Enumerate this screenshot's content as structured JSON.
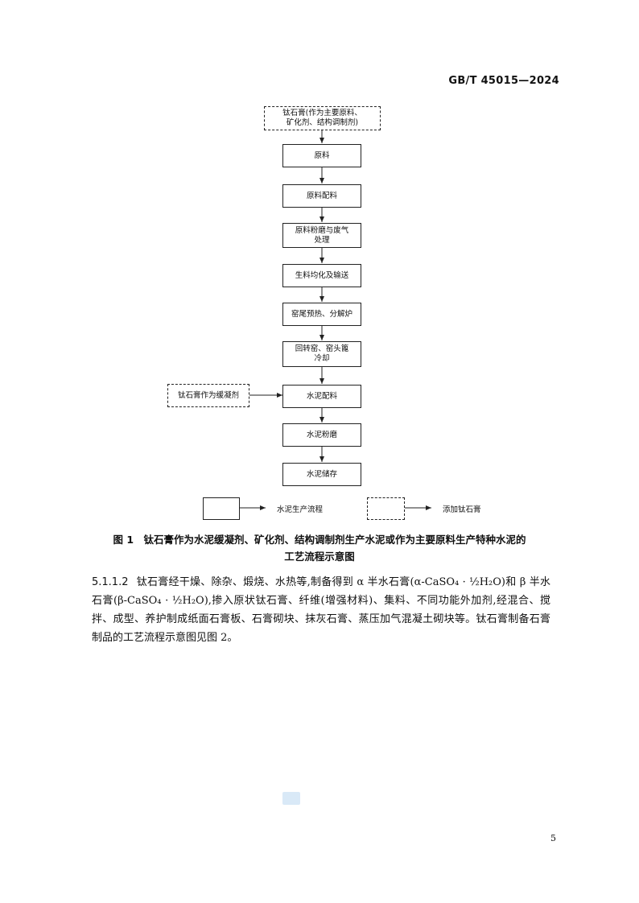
{
  "header": {
    "standard_code": "GB/T 45015—2024"
  },
  "flowchart": {
    "input_top": "钛石膏(作为主要原料、\n矿化剂、结构调制剂)",
    "steps": [
      "原料",
      "原料配料",
      "原料粉磨与废气\n处理",
      "生料均化及输送",
      "窑尾预热、分解炉",
      "回转窑、窑头篦\n冷却",
      "水泥配料",
      "水泥粉磨",
      "水泥储存"
    ],
    "input_side": "钛石膏作为缓凝剂",
    "legend": {
      "solid_label": "水泥生产流程",
      "dashed_label": "添加钛石膏"
    }
  },
  "caption": {
    "line1": "图 1　钛石膏作为水泥缓凝剂、矿化剂、结构调制剂生产水泥或作为主要原料生产特种水泥的",
    "line2": "工艺流程示意图"
  },
  "paragraph": {
    "number": "5.1.1.2",
    "text": "钛石膏经干燥、除杂、煅烧、水热等,制备得到 α 半水石膏(α-CaSO₄ · ½H₂O)和 β 半水石膏(β-CaSO₄ · ½H₂O),掺入原状钛石膏、纤维(增强材料)、集料、不同功能外加剂,经混合、搅拌、成型、养护制成纸面石膏板、石膏砌块、抹灰石膏、蒸压加气混凝土砌块等。钛石膏制备石膏制品的工艺流程示意图见图 2。"
  },
  "footer": {
    "page_number": "5"
  }
}
